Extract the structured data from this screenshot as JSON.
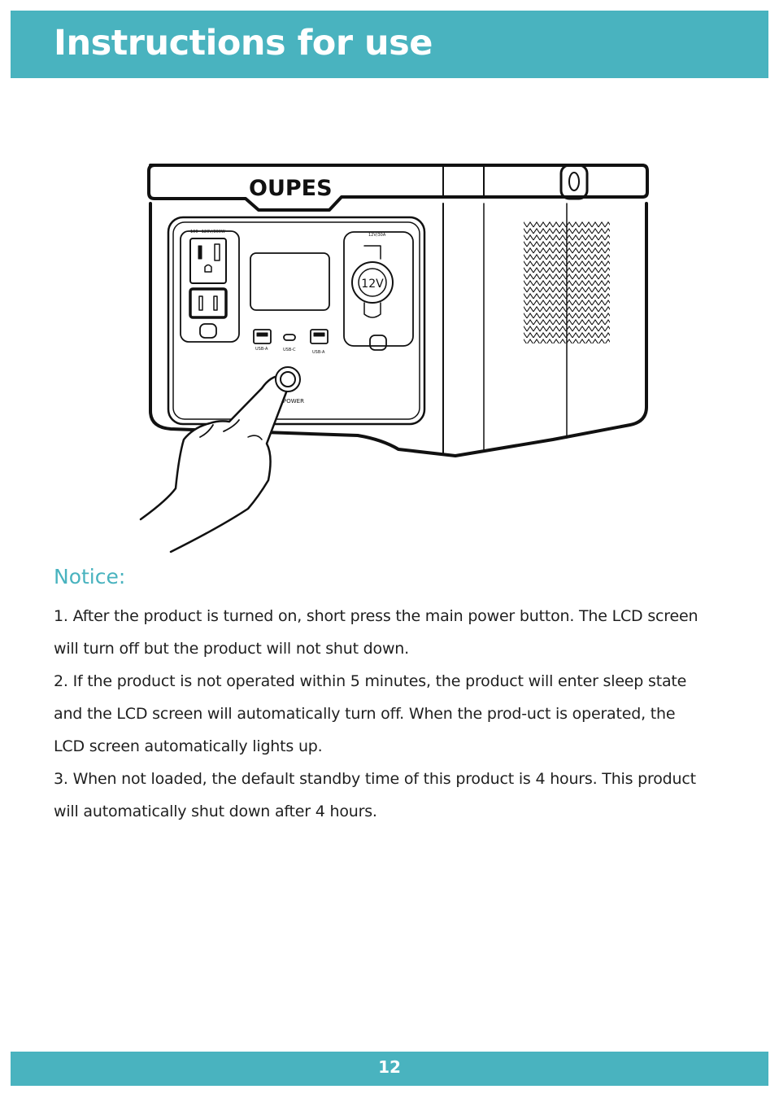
{
  "header": {
    "title": "Instructions for use"
  },
  "illustration": {
    "brand_logo": "OUPES",
    "ac_label": "100~120V/300W",
    "dc_label": "12V/30A",
    "socket_label": "12V",
    "usb_a_left": "USB-A",
    "usb_c": "USB-C",
    "usb_a_right": "USB-A",
    "power_label": "POWER",
    "icons": [
      "hand-pressing-icon",
      "power-button-icon"
    ]
  },
  "notice": {
    "heading": "Notice:",
    "lines": [
      "1. After the product is turned on, short press the main power button. The LCD screen",
      "will turn off but the product will not shut down.",
      "2. If the product is not operated within 5 minutes, the product will enter sleep state",
      "and the LCD screen will automatically turn off. When the prod-uct is operated, the",
      "LCD screen automatically lights up.",
      "3. When not loaded, the default standby time of this product is 4 hours. This product",
      "will automatically shut down after 4 hours."
    ]
  },
  "footer": {
    "page_number": "12"
  },
  "colors": {
    "accent": "#49b3bf",
    "text": "#1f1f1f",
    "line_art": "#111111"
  }
}
